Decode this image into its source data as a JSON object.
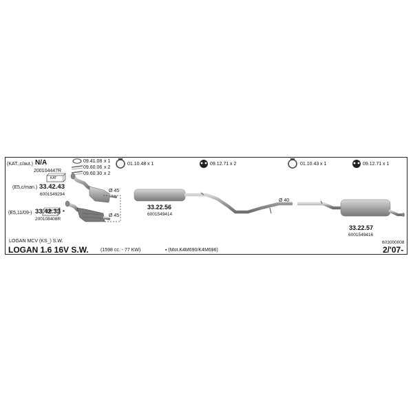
{
  "header": {
    "kat_label": "(KAT.,c/aut.)",
    "kat_value": "N/A",
    "kat_ref": "200104447R"
  },
  "fittings": [
    {
      "code": "09.41.08",
      "qty": "x 1",
      "icon": "gasket-icon"
    },
    {
      "code": "09.60.06",
      "qty": "x 2",
      "icon": "bolt-icon"
    },
    {
      "code": "09.60.30",
      "qty": "x 2",
      "icon": "bolt-icon"
    },
    {
      "code": "01.10.48",
      "qty": "x 1",
      "icon": "clamp-icon"
    },
    {
      "code": "09.12.71",
      "qty": "x 2",
      "icon": "rubber-mount-icon"
    },
    {
      "code": "01.10.43",
      "qty": "x 1",
      "icon": "clamp-icon"
    },
    {
      "code": "09.12.71",
      "qty": "x 1",
      "icon": "rubber-mount-icon"
    }
  ],
  "parts": {
    "cat1": {
      "label": "(E5,c/man.)",
      "code": "33.42.43",
      "ref": "6001549294",
      "badge": "KAT"
    },
    "cat2": {
      "label": "(E5,11/09-)",
      "code": "33.42.33",
      "ref": "200108408R",
      "badge": "KAT",
      "marker": "▪"
    },
    "middle": {
      "code": "33.22.56",
      "ref": "6001549414"
    },
    "rear": {
      "code": "33.22.57",
      "ref": "6001549416"
    }
  },
  "diameters": {
    "d45_top": "Ø 45",
    "d45_bottom": "Ø 45",
    "d40": "Ø 40"
  },
  "footer": {
    "model_sub": "LOGAN MCV (KS_) S.W.",
    "model_title": "LOGAN 1.6 16V S.W.",
    "engine_spec": "(1598 cc. - 77 KW)",
    "motor_note": "▪ (Mot.K4M690/K4M696)",
    "catalog_no": "603000008",
    "date": "2/'07-"
  },
  "colors": {
    "frame": "#222222",
    "part_fill": "#a9a9a9",
    "part_dark": "#6f6f6f",
    "part_light": "#cfcfcf"
  }
}
